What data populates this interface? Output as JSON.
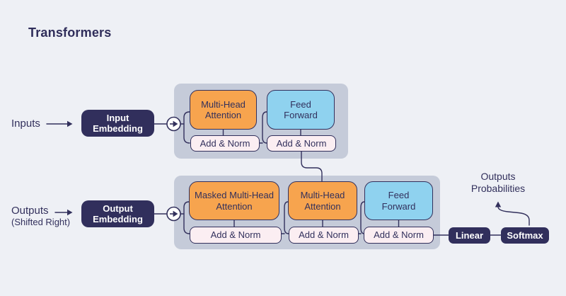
{
  "title": "Transformers",
  "colors": {
    "background": "#EEF0F5",
    "block_container": "#C5CBD9",
    "attention_orange": "#F7A44E",
    "feed_forward_blue": "#8FD2EF",
    "add_norm_pink": "#FBEEF2",
    "navy": "#32305C",
    "pill_navy": "#312F5C",
    "white_text": "#FFFFFF"
  },
  "left_side": {
    "inputs_label": "Inputs",
    "outputs_label": "Outputs",
    "outputs_note": "(Shifted Right)",
    "input_embedding": {
      "line1": "Input",
      "line2": "Embedding"
    },
    "output_embedding": {
      "line1": "Output",
      "line2": "Embedding"
    }
  },
  "encoder": {
    "multi_head_attention": {
      "line1": "Multi-Head",
      "line2": "Attention"
    },
    "feed_forward": {
      "line1": "Feed",
      "line2": "Forward"
    },
    "add_norm_1": "Add & Norm",
    "add_norm_2": "Add & Norm"
  },
  "decoder": {
    "masked_multi_head_attention": {
      "line1": "Masked Multi-Head",
      "line2": "Attention"
    },
    "multi_head_attention": {
      "line1": "Multi-Head",
      "line2": "Attention"
    },
    "feed_forward": {
      "line1": "Feed",
      "line2": "Forward"
    },
    "add_norm_1": "Add & Norm",
    "add_norm_2": "Add & Norm",
    "add_norm_3": "Add & Norm"
  },
  "output_head": {
    "linear": "Linear",
    "softmax": "Softmax",
    "probabilities": {
      "line1": "Outputs",
      "line2": "Probabilities"
    }
  },
  "icons": {
    "flow_circle": "play-arrow-in-circle",
    "arrows": "right-arrow"
  }
}
